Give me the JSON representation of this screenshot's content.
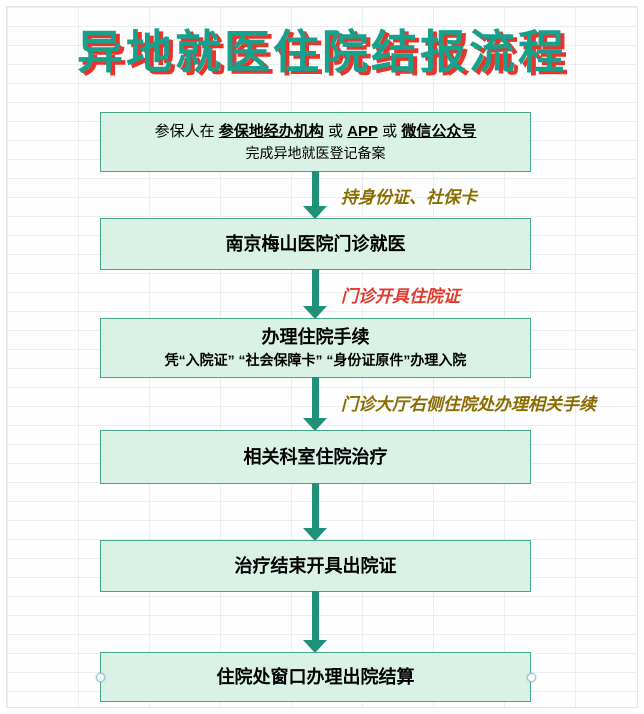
{
  "title": "异地就医住院结报流程",
  "steps": {
    "register": {
      "line1_part1": "参保人在 ",
      "line1_link1": "参保地经办机构",
      "line1_part2": " 或 ",
      "line1_link2": "APP",
      "line1_part3": " 或 ",
      "line1_link3": "微信公众号",
      "line2": "完成异地就医登记备案"
    },
    "outpatient": {
      "title": "南京梅山医院门诊就医"
    },
    "admission": {
      "title": "办理住院手续",
      "subtitle": "凭“入院证” “社会保障卡” “身份证原件”办理入院"
    },
    "treatment": {
      "title": "相关科室住院治疗"
    },
    "discharge": {
      "title": "治疗结束开具出院证"
    },
    "settlement": {
      "title": "住院处窗口办理出院结算"
    }
  },
  "arrow_labels": {
    "to_outpatient": "持身份证、社保卡",
    "to_admission": "门诊开具住院证",
    "to_treatment": "门诊大厅右侧住院处办理相关手续"
  },
  "colors": {
    "title_teal": "#16a18d",
    "title_red": "#e8352b",
    "box_fill": "#daf1e6",
    "box_border": "#44a98a",
    "arrow": "#1f9179",
    "label_olive": "#8a6d00",
    "label_red": "#e23b2e"
  }
}
